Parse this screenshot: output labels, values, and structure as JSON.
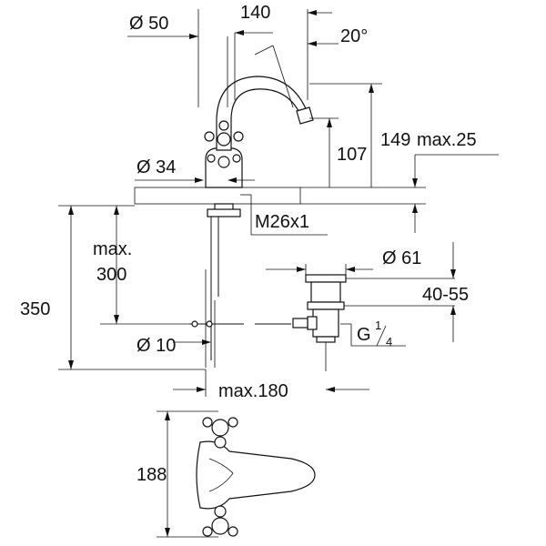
{
  "dimensions": {
    "d50": "Ø 50",
    "d140": "140",
    "angle": "20°",
    "h149": "149",
    "h107": "107",
    "max25": "max.25",
    "d34": "Ø 34",
    "thread": "M26x1",
    "max300_line1": "max.",
    "max300_line2": "300",
    "h350": "350",
    "d61": "Ø 61",
    "range": "40-55",
    "g_label": "G",
    "g_num": "1",
    "g_den": "4",
    "d10": "Ø 10",
    "max180": "max.180",
    "h188": "188"
  },
  "colors": {
    "line": "#111111",
    "background": "#ffffff"
  }
}
